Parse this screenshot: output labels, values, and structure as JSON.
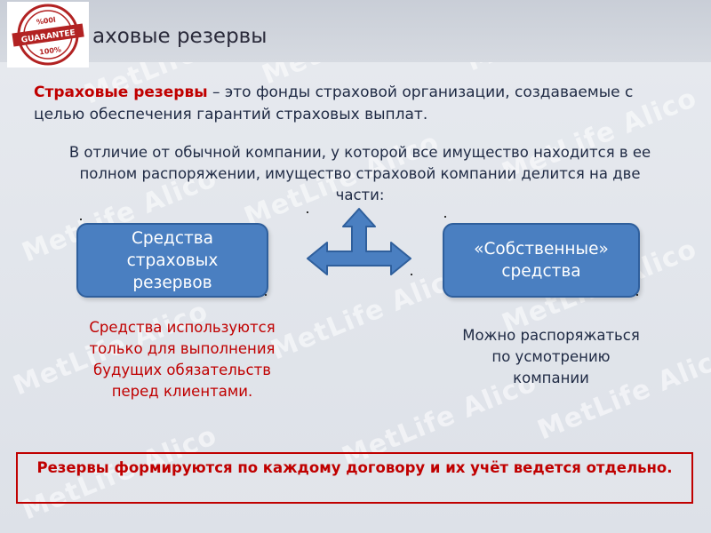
{
  "slide": {
    "title": "аховые резервы",
    "seal_text": [
      "%00l",
      "GUARANTEE",
      "100%"
    ],
    "watermark": "MetLife Alico",
    "definition": {
      "term": "Страховые резервы",
      "text": " – это фонды страховой организации, создаваемые с целью обеспечения гарантий страховых выплат."
    },
    "intro": "В отличие от обычной компании, у которой все имущество находится в ее полном распоряжении, имущество страховой компании делится на две части:",
    "boxes": {
      "left": "Средства страховых резервов",
      "right": "«Собственные» средства"
    },
    "notes": {
      "left": "Средства используются только для выполнения будущих обязательств перед клиентами.",
      "right": "Можно распоряжаться по усмотрению компании"
    },
    "footer": "Резервы формируются по каждому договору и их учёт ведется отдельно.",
    "colors": {
      "accent_red": "#c00000",
      "box_blue": "#4a7fc1",
      "text_dark": "#1f2a44"
    }
  }
}
